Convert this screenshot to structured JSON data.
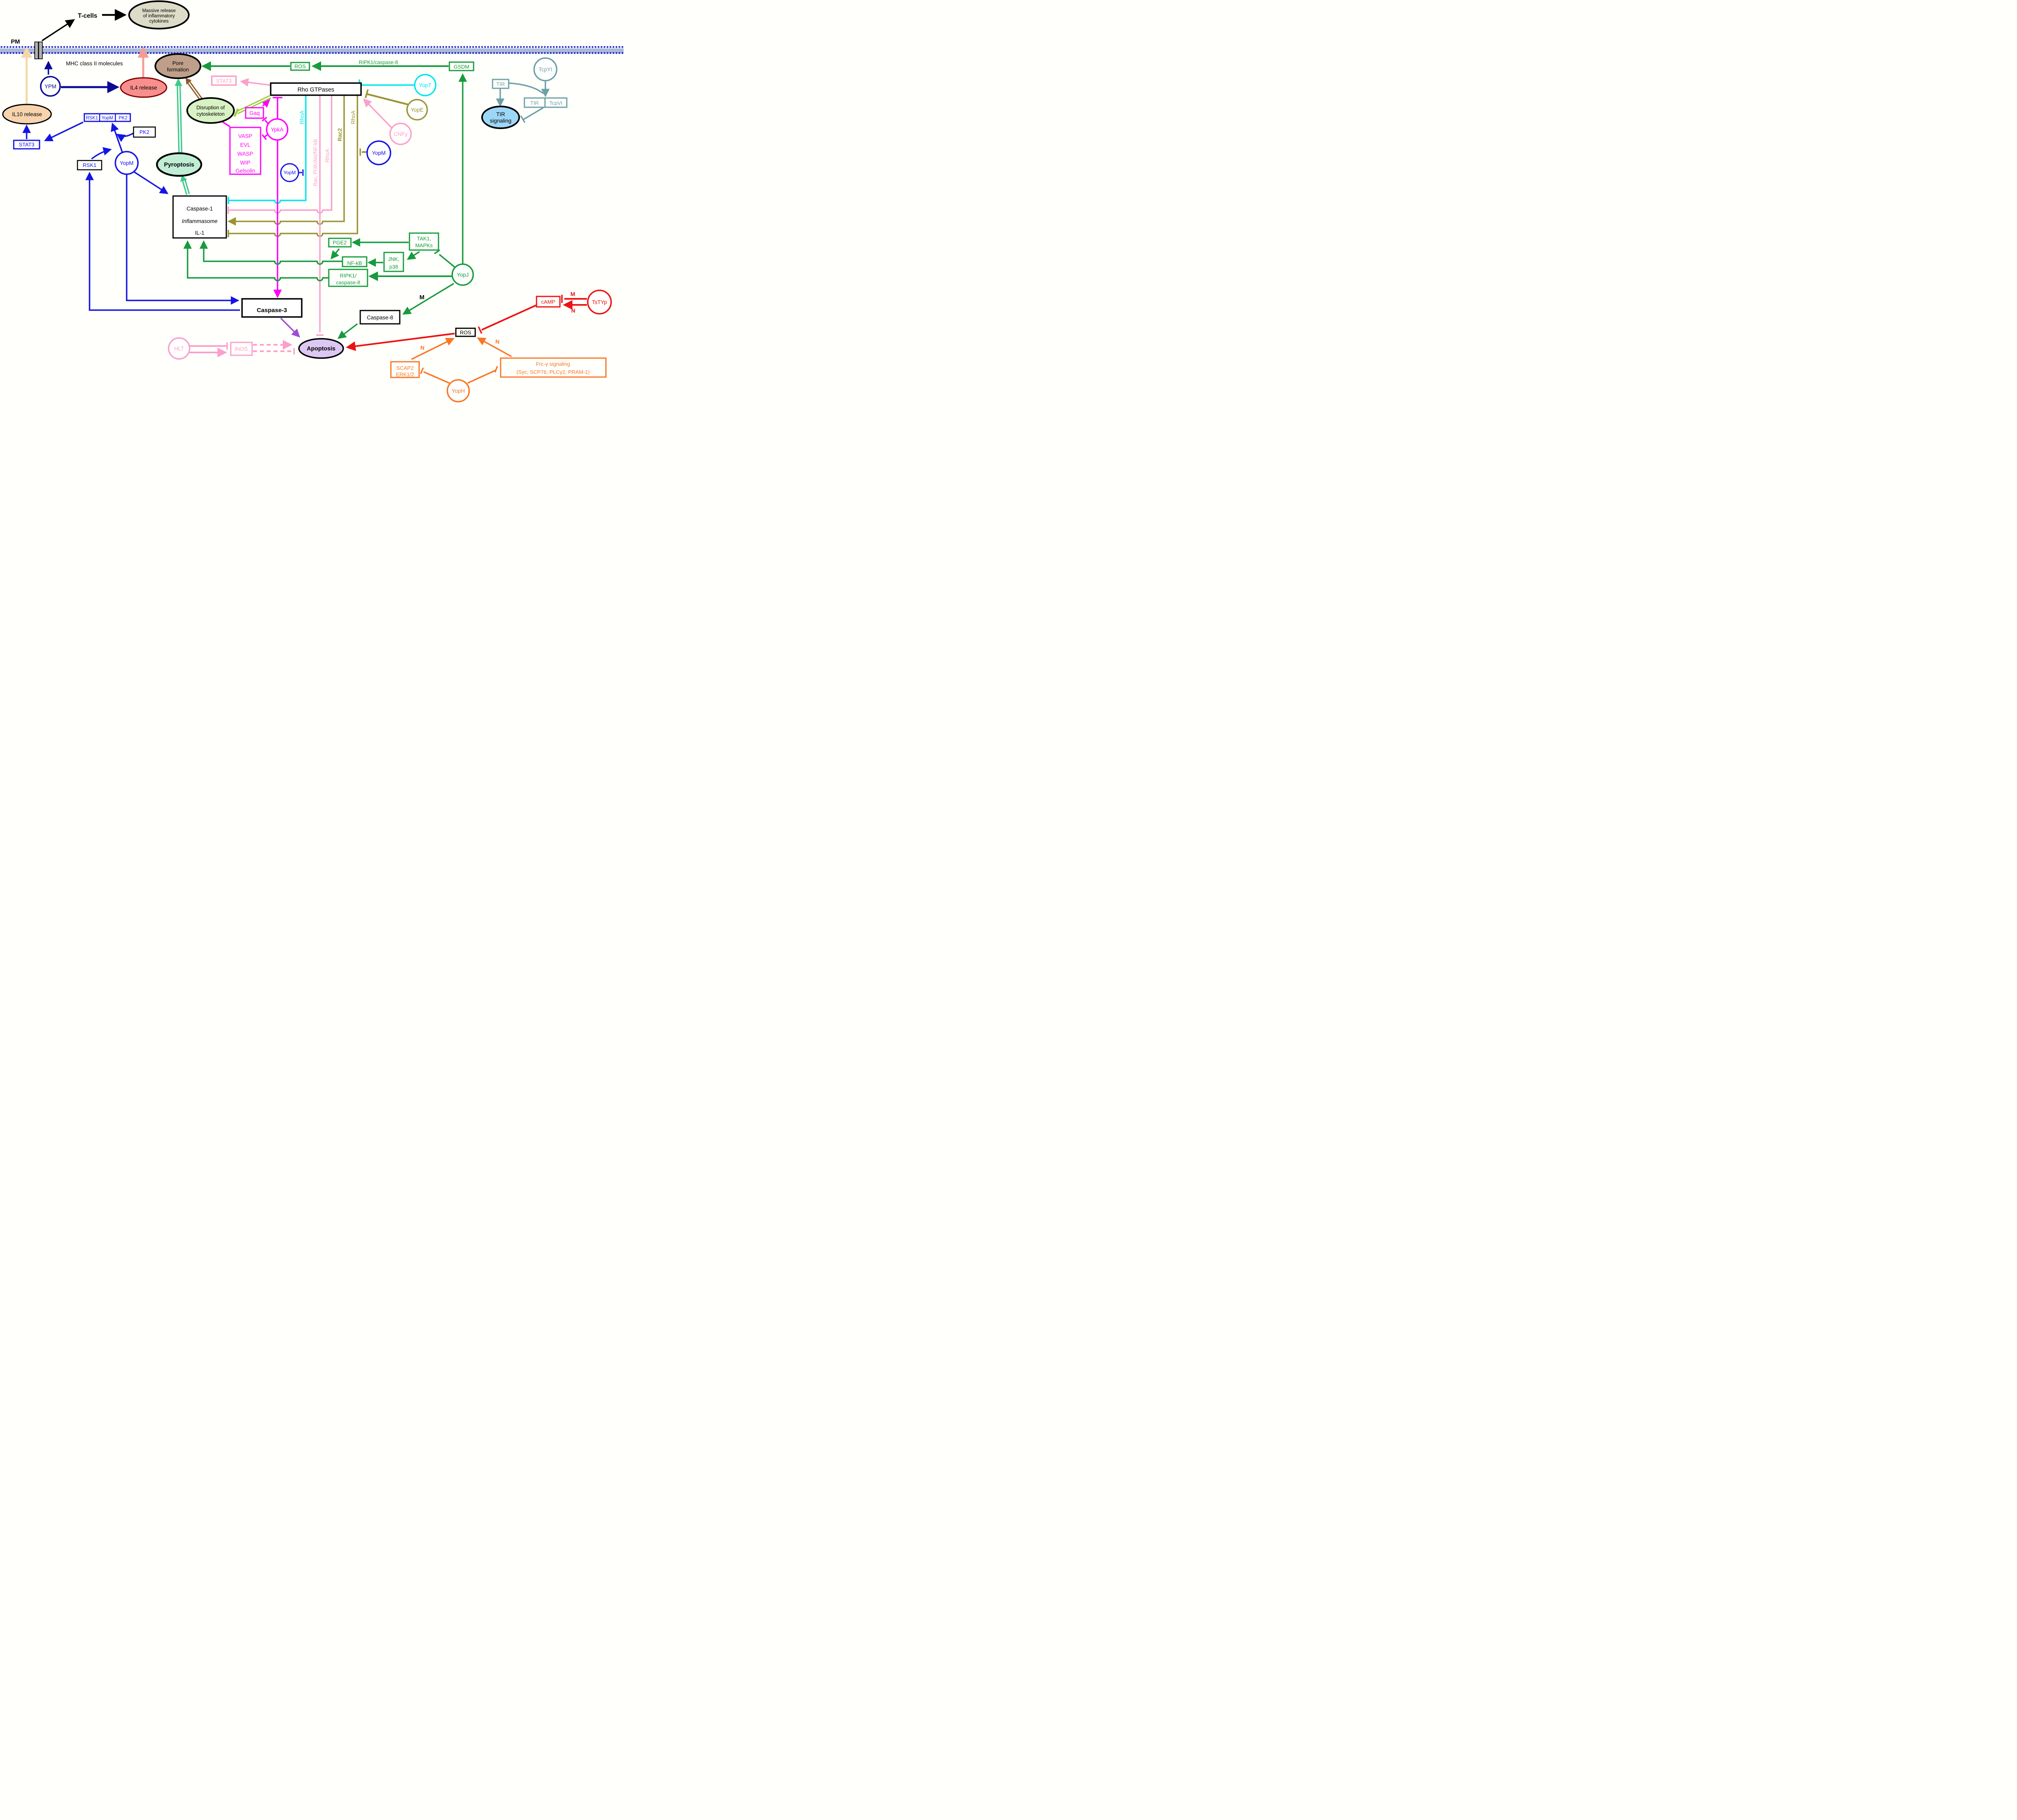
{
  "colors": {
    "navy": "#0a0a96",
    "blue": "#1414e6",
    "cyan": "#00e6ee",
    "magenta": "#ff00ff",
    "pink": "#fb9fcd",
    "olive": "#9b9437",
    "green": "#169b3e",
    "seafoam": "#3fc98f",
    "yellowgreen": "#9acd32",
    "brown": "#8b5a2b",
    "teal": "#6da0a6",
    "red": "#ee1111",
    "orange": "#f87627",
    "purple": "#9b4fd6",
    "salmon": "#f79a93",
    "tan": "#f5d7a9",
    "membrane_dot": "#2323ce",
    "membrane_band": "#a9bad9",
    "fill_massive": "#dcdcc8",
    "fill_il4": "#f78f8d",
    "fill_il10": "#f7d4ae",
    "fill_pore": "#be9f8a",
    "fill_disruption": "#d8f2c4",
    "fill_pyroptosis": "#c0eed5",
    "fill_apoptosis": "#dcc8f2",
    "fill_tir_signaling": "#9dd7f7",
    "fill_mhc": "#b0b0b0"
  },
  "t": {
    "pm": "PM",
    "mhc": "MHC class II molecules",
    "tcells": "T-cells",
    "massive1": "Massive release",
    "massive2": "of inflammatory",
    "massive3": "cytokines",
    "ypm": "YPM",
    "il4": "IL4 release",
    "il10": "IL10 release",
    "stat3_blue": "STAT3",
    "comp_rsk1": "RSK1",
    "comp_yopm": "YopM",
    "comp_pk2": "PK2",
    "pk2": "PK2",
    "rsk1": "RSK1",
    "yopm_big": "YopM",
    "pore1": "Pore",
    "pore2": "formation",
    "ros_green": "ROS",
    "ripk1_label": "RIPK1/caspase-8",
    "gsdm": "GSDM",
    "stat3_pink": "STAT3",
    "rho_gtpases": "Rho GTPases",
    "yopt": "YopT",
    "yope": "YopE",
    "cnfy": "CNFy",
    "yopm_mid": "YopM",
    "yopm_small": "YopM",
    "disruption1": "Disruption of",
    "disruption2": "cytoskeleton",
    "gaq": "Gaq",
    "ypka": "YpkA",
    "vasp1": "VASP",
    "vasp2": "EVL",
    "vasp3": "WASP",
    "vasp4": "WIP",
    "vasp5": "Gelsolin",
    "rhoa_cyan": "RhoA",
    "rac_pi3k": "Rac, PI3K/Akt/NF-kB",
    "rhoa_pink": "RhoA",
    "rac2": "Rac2",
    "rhoa_olive": "RhoA",
    "pyroptosis": "Pyroptosis",
    "casp1_1": "Caspase-1",
    "casp1_2": "Inflammasome",
    "casp1_3": "IL-1",
    "pge2": "PGE2",
    "tak1_1": "TAK1,",
    "tak1_2": "MAPKs",
    "jnk1": "JNK,",
    "jnk2": "p38",
    "nfkb": "NF-kB",
    "ripk1_1": "RIPK1/",
    "ripk1_2": "caspase-8",
    "yopj": "YopJ",
    "m_black": "M",
    "casp3": "Caspase-3",
    "casp8": "Caspase-8",
    "camp": "cAMP",
    "tstyp": "TsTYp",
    "m_red": "M",
    "n_red": "N",
    "ros_black": "ROS",
    "apoptosis": "Apoptosis",
    "hlt": "HLT",
    "inos": "iNOS",
    "n_left": "N",
    "n_right": "N",
    "scap1": "SCAP2",
    "scap2": "ERK1/2",
    "frc1": "Frc-γ signaling",
    "frc2": "(Syc, SCP76, PLCγ2, PRAM-1)",
    "yoph": "YopH",
    "tcpyi": "TcpYI",
    "tir": "TIR",
    "tir2": "TIR",
    "tcpvi": "TcpVI",
    "tirsig1": "TIR",
    "tirsig2": "signaling"
  }
}
